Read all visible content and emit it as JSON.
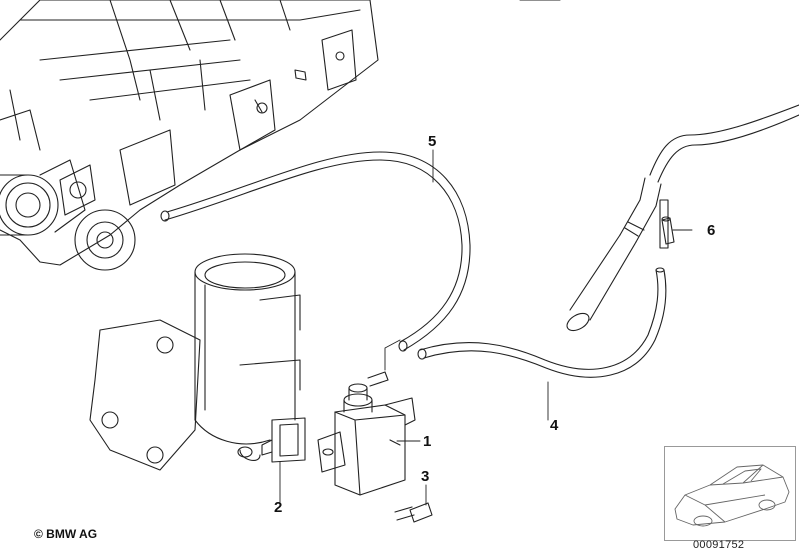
{
  "callouts": [
    {
      "id": "1",
      "label": "1"
    },
    {
      "id": "2",
      "label": "2"
    },
    {
      "id": "3",
      "label": "3"
    },
    {
      "id": "4",
      "label": "4"
    },
    {
      "id": "5",
      "label": "5"
    },
    {
      "id": "6",
      "label": "6"
    }
  ],
  "footer": {
    "copyright": "© BMW AG",
    "reference_number": "00091752"
  },
  "colors": {
    "line": "#222222",
    "background": "#ffffff",
    "thumbnail_border": "#999999"
  }
}
